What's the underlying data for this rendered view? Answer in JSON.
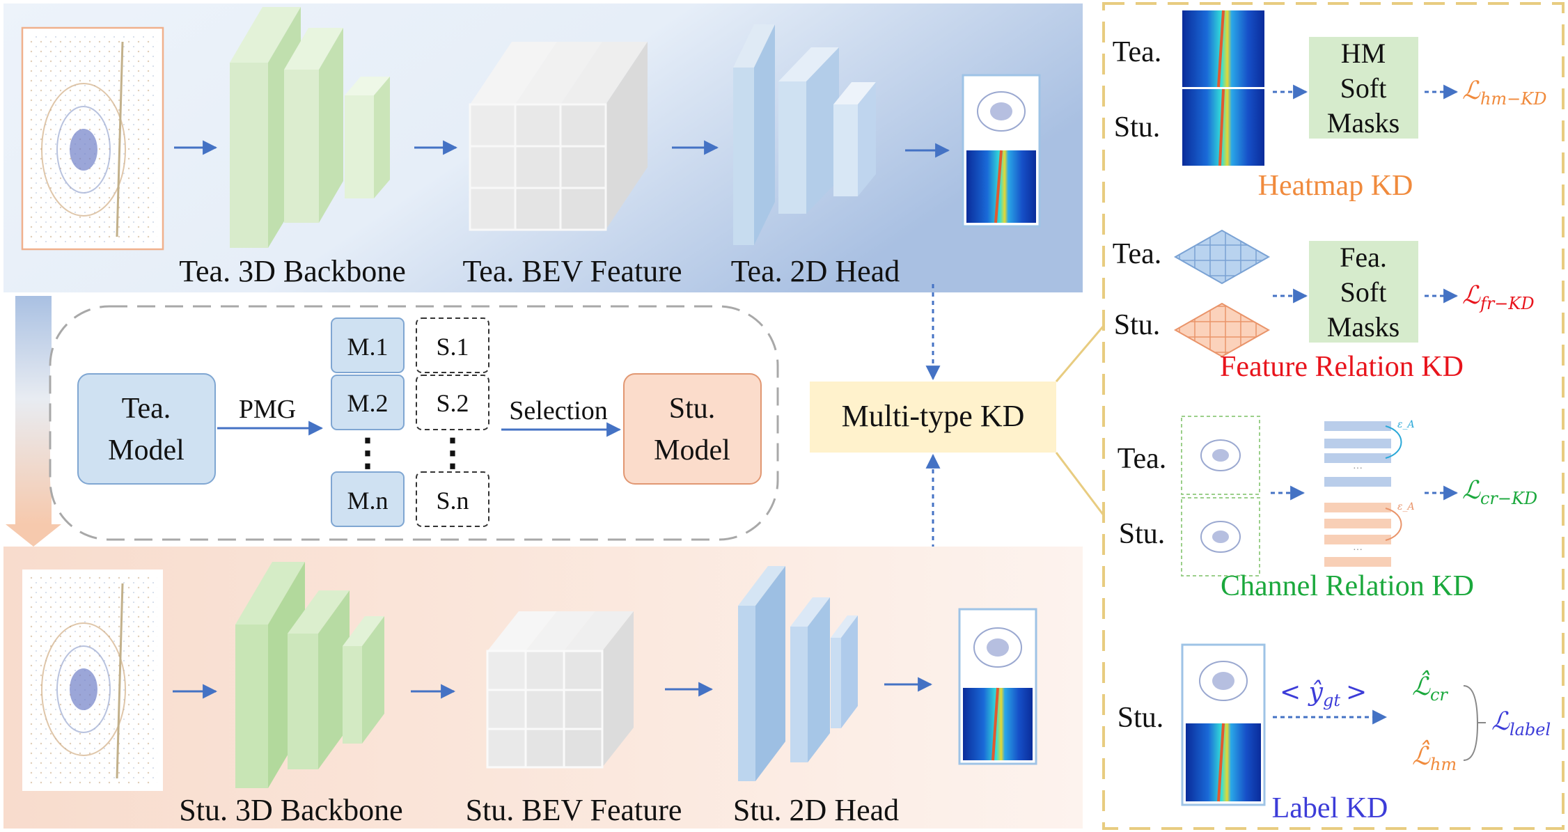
{
  "teacher": {
    "backbone_label": "Tea. 3D Backbone",
    "bev_label": "Tea. BEV Feature",
    "head_label": "Tea. 2D Head"
  },
  "student": {
    "backbone_label": "Stu. 3D Backbone",
    "bev_label": "Stu. BEV Feature",
    "head_label": "Stu. 2D Head"
  },
  "middle": {
    "tea_model": [
      "Tea.",
      "Model"
    ],
    "pmg": "PMG",
    "models": [
      "M.1",
      "M.2",
      "M.n"
    ],
    "scores": [
      "S.1",
      "S.2",
      "S.n"
    ],
    "dots": "⋮",
    "selection": "Selection",
    "stu_model": [
      "Stu.",
      "Model"
    ],
    "multi_kd": "Multi-type KD"
  },
  "right": {
    "tea": "Tea.",
    "stu": "Stu.",
    "heatmap": {
      "box": [
        "HM",
        "Soft",
        "Masks"
      ],
      "loss_main": "ℒ",
      "loss_sub": "hm−KD",
      "title": "Heatmap KD"
    },
    "feature": {
      "box": [
        "Fea.",
        "Soft",
        "Masks"
      ],
      "loss_main": "ℒ",
      "loss_sub": "fr−KD",
      "title": "Feature Relation KD"
    },
    "channel": {
      "loss_main": "ℒ",
      "loss_sub": "cr−KD",
      "title": "Channel Relation KD",
      "tiny_label": "ε_A"
    },
    "label": {
      "arrow_text": "< ŷ",
      "arrow_sub": "gt",
      "arrow_close": ">",
      "l_cr": "ℒ̂",
      "l_cr_sub": "cr",
      "l_hm": "ℒ̂",
      "l_hm_sub": "hm",
      "l_label": "ℒ",
      "l_label_sub": "label",
      "title": "Label KD"
    }
  },
  "colors": {
    "teacher_bg": "#e7f0f8",
    "student_bg": "#fbe6dc",
    "green": "#d6ebcc",
    "blue": "#c7dcef",
    "gray": "#e8e8e8",
    "arrow": "#4472c4",
    "heatmap_color": "#f08a3c",
    "feature_color": "#e8141c",
    "channel_color": "#1aa83c",
    "label_color": "#3c3cd8",
    "multi_kd_bg": "#fff2cc",
    "dash_gold": "#e8cc80"
  }
}
